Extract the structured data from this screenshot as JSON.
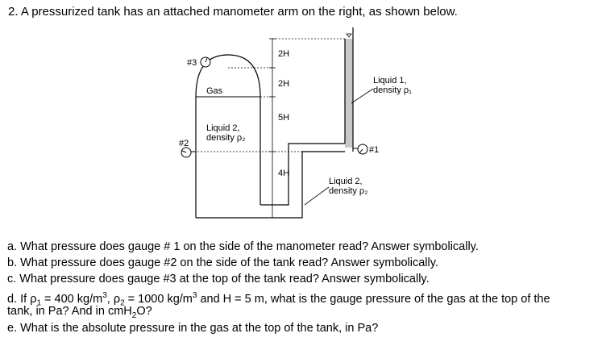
{
  "problem": {
    "title": "2. A pressurized tank has an attached manometer arm on the right, as shown below."
  },
  "diagram": {
    "dim_labels": [
      "2H",
      "2H",
      "5H",
      "4H"
    ],
    "gauge3_label": "#3",
    "gauge2_label": "#2",
    "gauge1_label": "#1",
    "gas_label": "Gas",
    "liquid2_tank_line1": "Liquid 2,",
    "liquid2_tank_line2": "density ρ₂",
    "liquid1_line1": "Liquid 1,",
    "liquid1_line2": "density ρ₁",
    "liquid2_bottom_line1": "Liquid 2,",
    "liquid2_bottom_line2": "density ρ₂"
  },
  "questions": {
    "a": "a. What pressure does gauge # 1 on the side of the manometer read? Answer symbolically.",
    "b": "b. What pressure does gauge #2 on the side of the tank read? Answer symbolically.",
    "c": "c. What pressure does gauge #3 at the top of the tank read? Answer symbolically.",
    "d_prefix": "d. If ",
    "d_rho1": "ρ",
    "d_rho1_sub": "1",
    "d_mid1": " = 400 kg/m",
    "d_cube1": "3",
    "d_mid2": ", ",
    "d_rho2": "ρ",
    "d_rho2_sub": "2",
    "d_mid3": " = 1000 kg/m",
    "d_cube2": "3",
    "d_suffix": " and H = 5 m, what is the gauge pressure of the gas at the top of the",
    "d_line2_prefix": "tank, in Pa?  And in cmH",
    "d_line2_sub": "2",
    "d_line2_suffix": "O?",
    "e": "e. What is the absolute pressure in the gas at the top of the tank, in Pa?"
  }
}
